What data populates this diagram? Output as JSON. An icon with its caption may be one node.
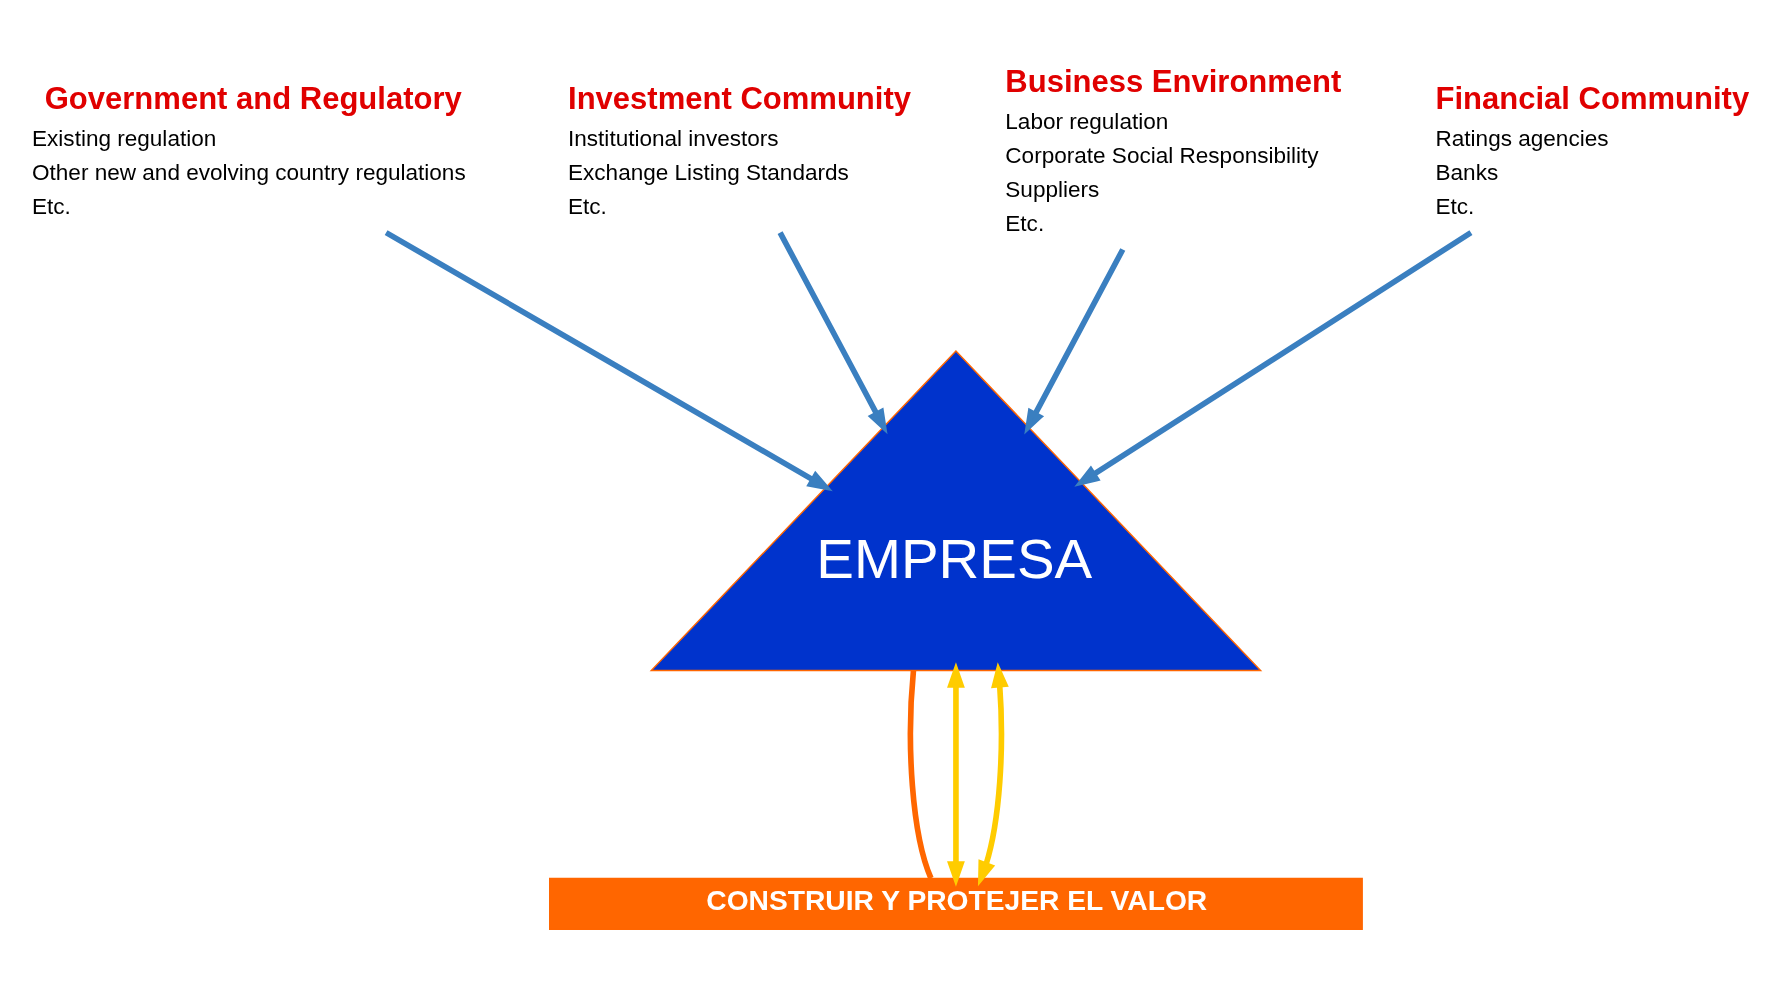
{
  "diagram": {
    "nodes": [
      {
        "text": [
          "Government and Regulatory",
          "Existing regulation",
          "Other new and evolving country regulations",
          "Etc."
        ]
      },
      {
        "text": [
          "Investment Community",
          "Institutional investors",
          "Exchange Listing Standards",
          "Etc."
        ]
      },
      {
        "text": [
          "Business Environment",
          "Labor regulation",
          "Corporate Social Responsibility",
          "Suppliers",
          "Etc."
        ]
      },
      {
        "text": [
          "Financial Community",
          "Ratings agencies",
          "Banks",
          "Etc."
        ]
      },
      {
        "text": [
          "EMPRESA"
        ]
      },
      {
        "text": [
          "CONSTRUIR Y PROTEJER EL VALOR"
        ]
      }
    ],
    "edges": [
      {
        "from": 0,
        "to": 4,
        "arrow": "to",
        "color": "#3a7fc0"
      },
      {
        "from": 1,
        "to": 4,
        "arrow": "to",
        "color": "#3a7fc0"
      },
      {
        "from": 2,
        "to": 4,
        "arrow": "to",
        "color": "#3a7fc0"
      },
      {
        "from": 3,
        "to": 4,
        "arrow": "to",
        "color": "#3a7fc0"
      },
      {
        "from": 5,
        "to": 4,
        "arrow": "both",
        "color": "#ffcc00"
      },
      {
        "from": 5,
        "to": 4,
        "arrow": "both",
        "color": "#ffcc00"
      },
      {
        "from": 4,
        "to": 5,
        "arrow": "none",
        "color": "#ff6600"
      }
    ]
  }
}
